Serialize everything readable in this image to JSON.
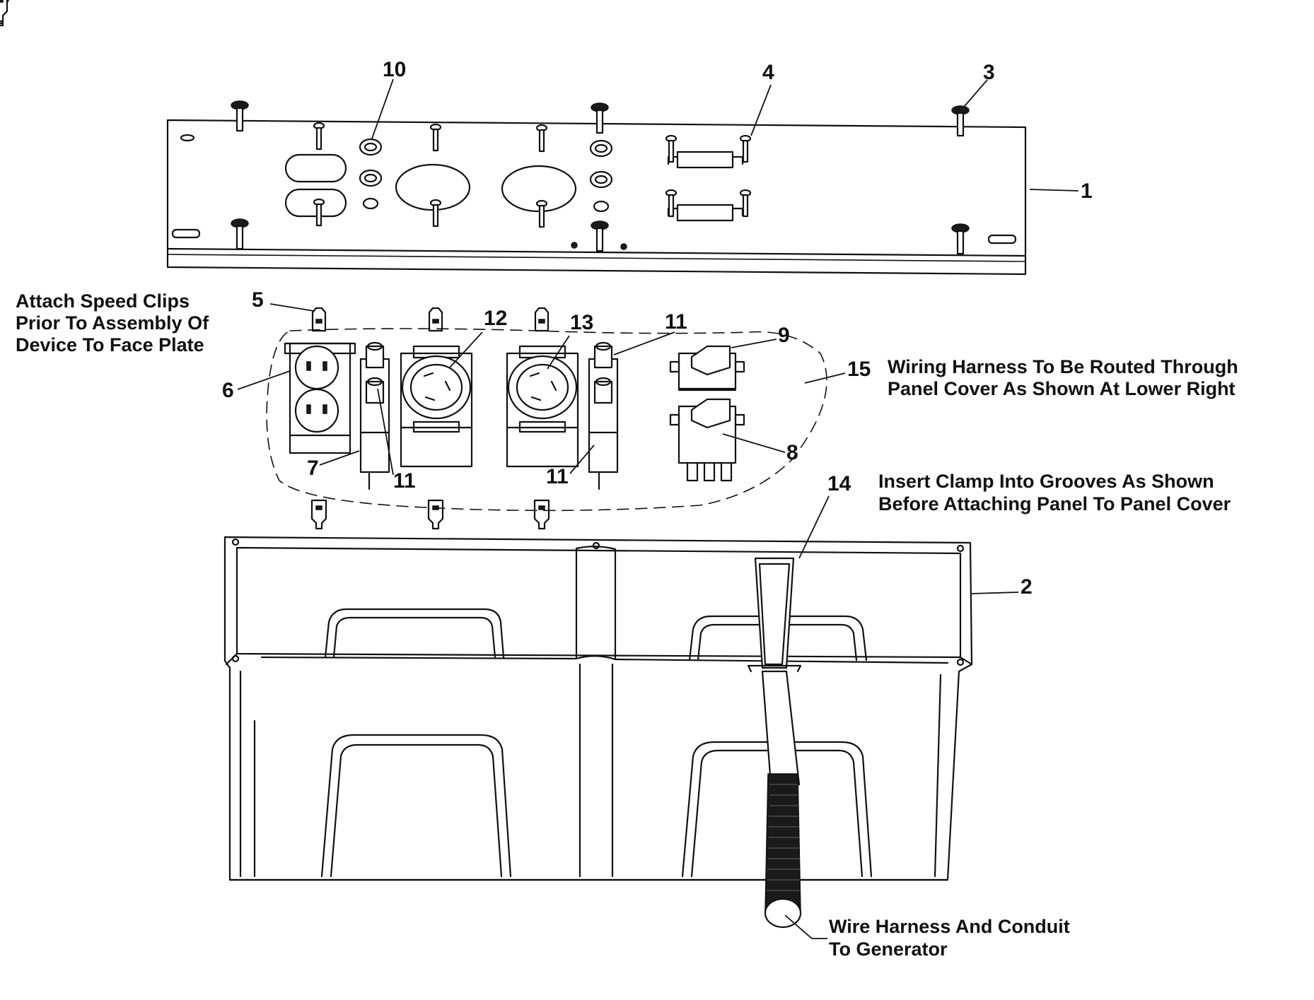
{
  "callouts": {
    "c1": "1",
    "c2": "2",
    "c3": "3",
    "c4": "4",
    "c5": "5",
    "c6": "6",
    "c7": "7",
    "c8": "8",
    "c9": "9",
    "c10": "10",
    "c11a": "11",
    "c11b": "11",
    "c11c": "11",
    "c11d": "11",
    "c12": "12",
    "c13": "13",
    "c14": "14",
    "c15": "15"
  },
  "notes": {
    "speed_clips": [
      "Attach Speed Clips",
      "Prior To Assembly Of",
      "Device To Face Plate"
    ],
    "wiring_harness": [
      "Wiring  Harness To Be Routed Through",
      "Panel Cover As Shown At Lower Right"
    ],
    "insert_clamp": [
      "Insert Clamp Into Grooves As Shown",
      "Before Attaching Panel To Panel Cover"
    ],
    "wire_conduit": [
      "Wire Harness And Conduit",
      "To Generator"
    ]
  },
  "colors": {
    "line": "#111111",
    "background": "#ffffff"
  }
}
